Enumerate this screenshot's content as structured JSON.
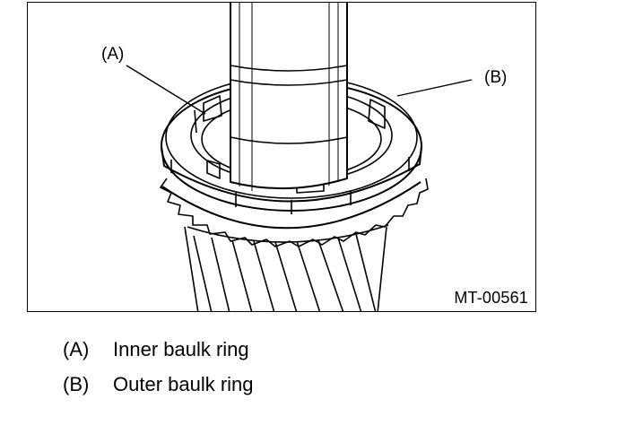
{
  "figure": {
    "code": "MT-00561",
    "callouts": [
      {
        "key": "(A)"
      },
      {
        "key": "(B)"
      }
    ]
  },
  "legend": [
    {
      "key": "(A)",
      "label": "Inner baulk ring"
    },
    {
      "key": "(B)",
      "label": "Outer baulk ring"
    }
  ],
  "colors": {
    "line": "#000000",
    "background": "#ffffff"
  }
}
